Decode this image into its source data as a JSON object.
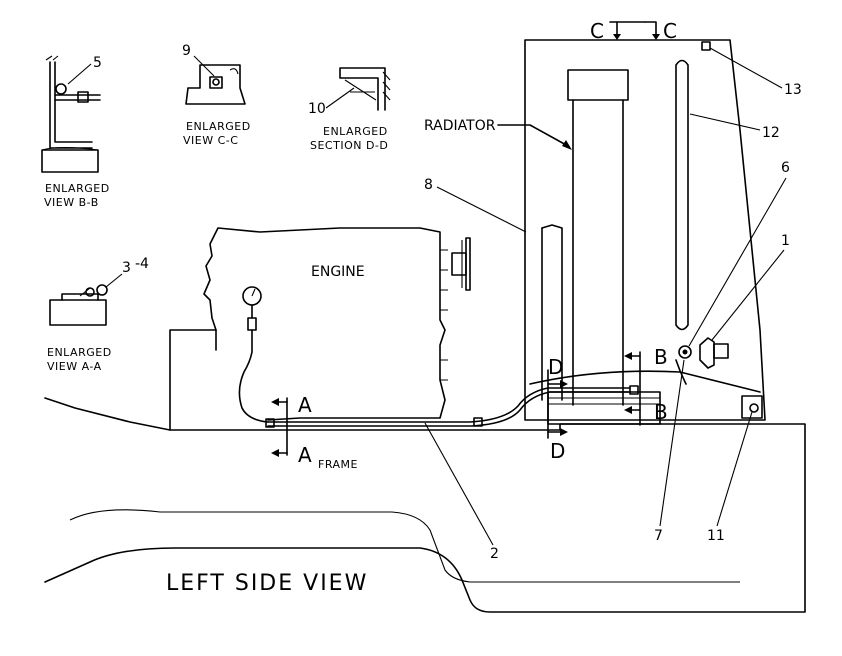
{
  "labels": {
    "radiator": "RADIATOR",
    "engine": "ENGINE",
    "frame": "FRAME",
    "view_title": "LEFT SIDE VIEW"
  },
  "enlarged_views": {
    "b_b": {
      "line1": "ENLARGED",
      "line2": "VIEW B-B"
    },
    "c_c": {
      "line1": "ENLARGED",
      "line2": "VIEW C-C"
    },
    "d_d": {
      "line1": "ENLARGED",
      "line2": "SECTION D-D"
    },
    "a_a": {
      "line1": "ENLARGED",
      "line2": "VIEW A-A"
    }
  },
  "section_markers": {
    "a_top": "A",
    "a_bottom": "A",
    "b_top": "B",
    "b_bottom": "B",
    "c_left": "C",
    "c_right": "C",
    "d_top": "D",
    "d_bottom": "D"
  },
  "callouts": {
    "n1": "1",
    "n2": "2",
    "n3": "3",
    "n4": "-4",
    "n5": "5",
    "n6": "6",
    "n7": "7",
    "n8": "8",
    "n9": "9",
    "n10": "10",
    "n11": "11",
    "n12": "12",
    "n13": "13"
  }
}
